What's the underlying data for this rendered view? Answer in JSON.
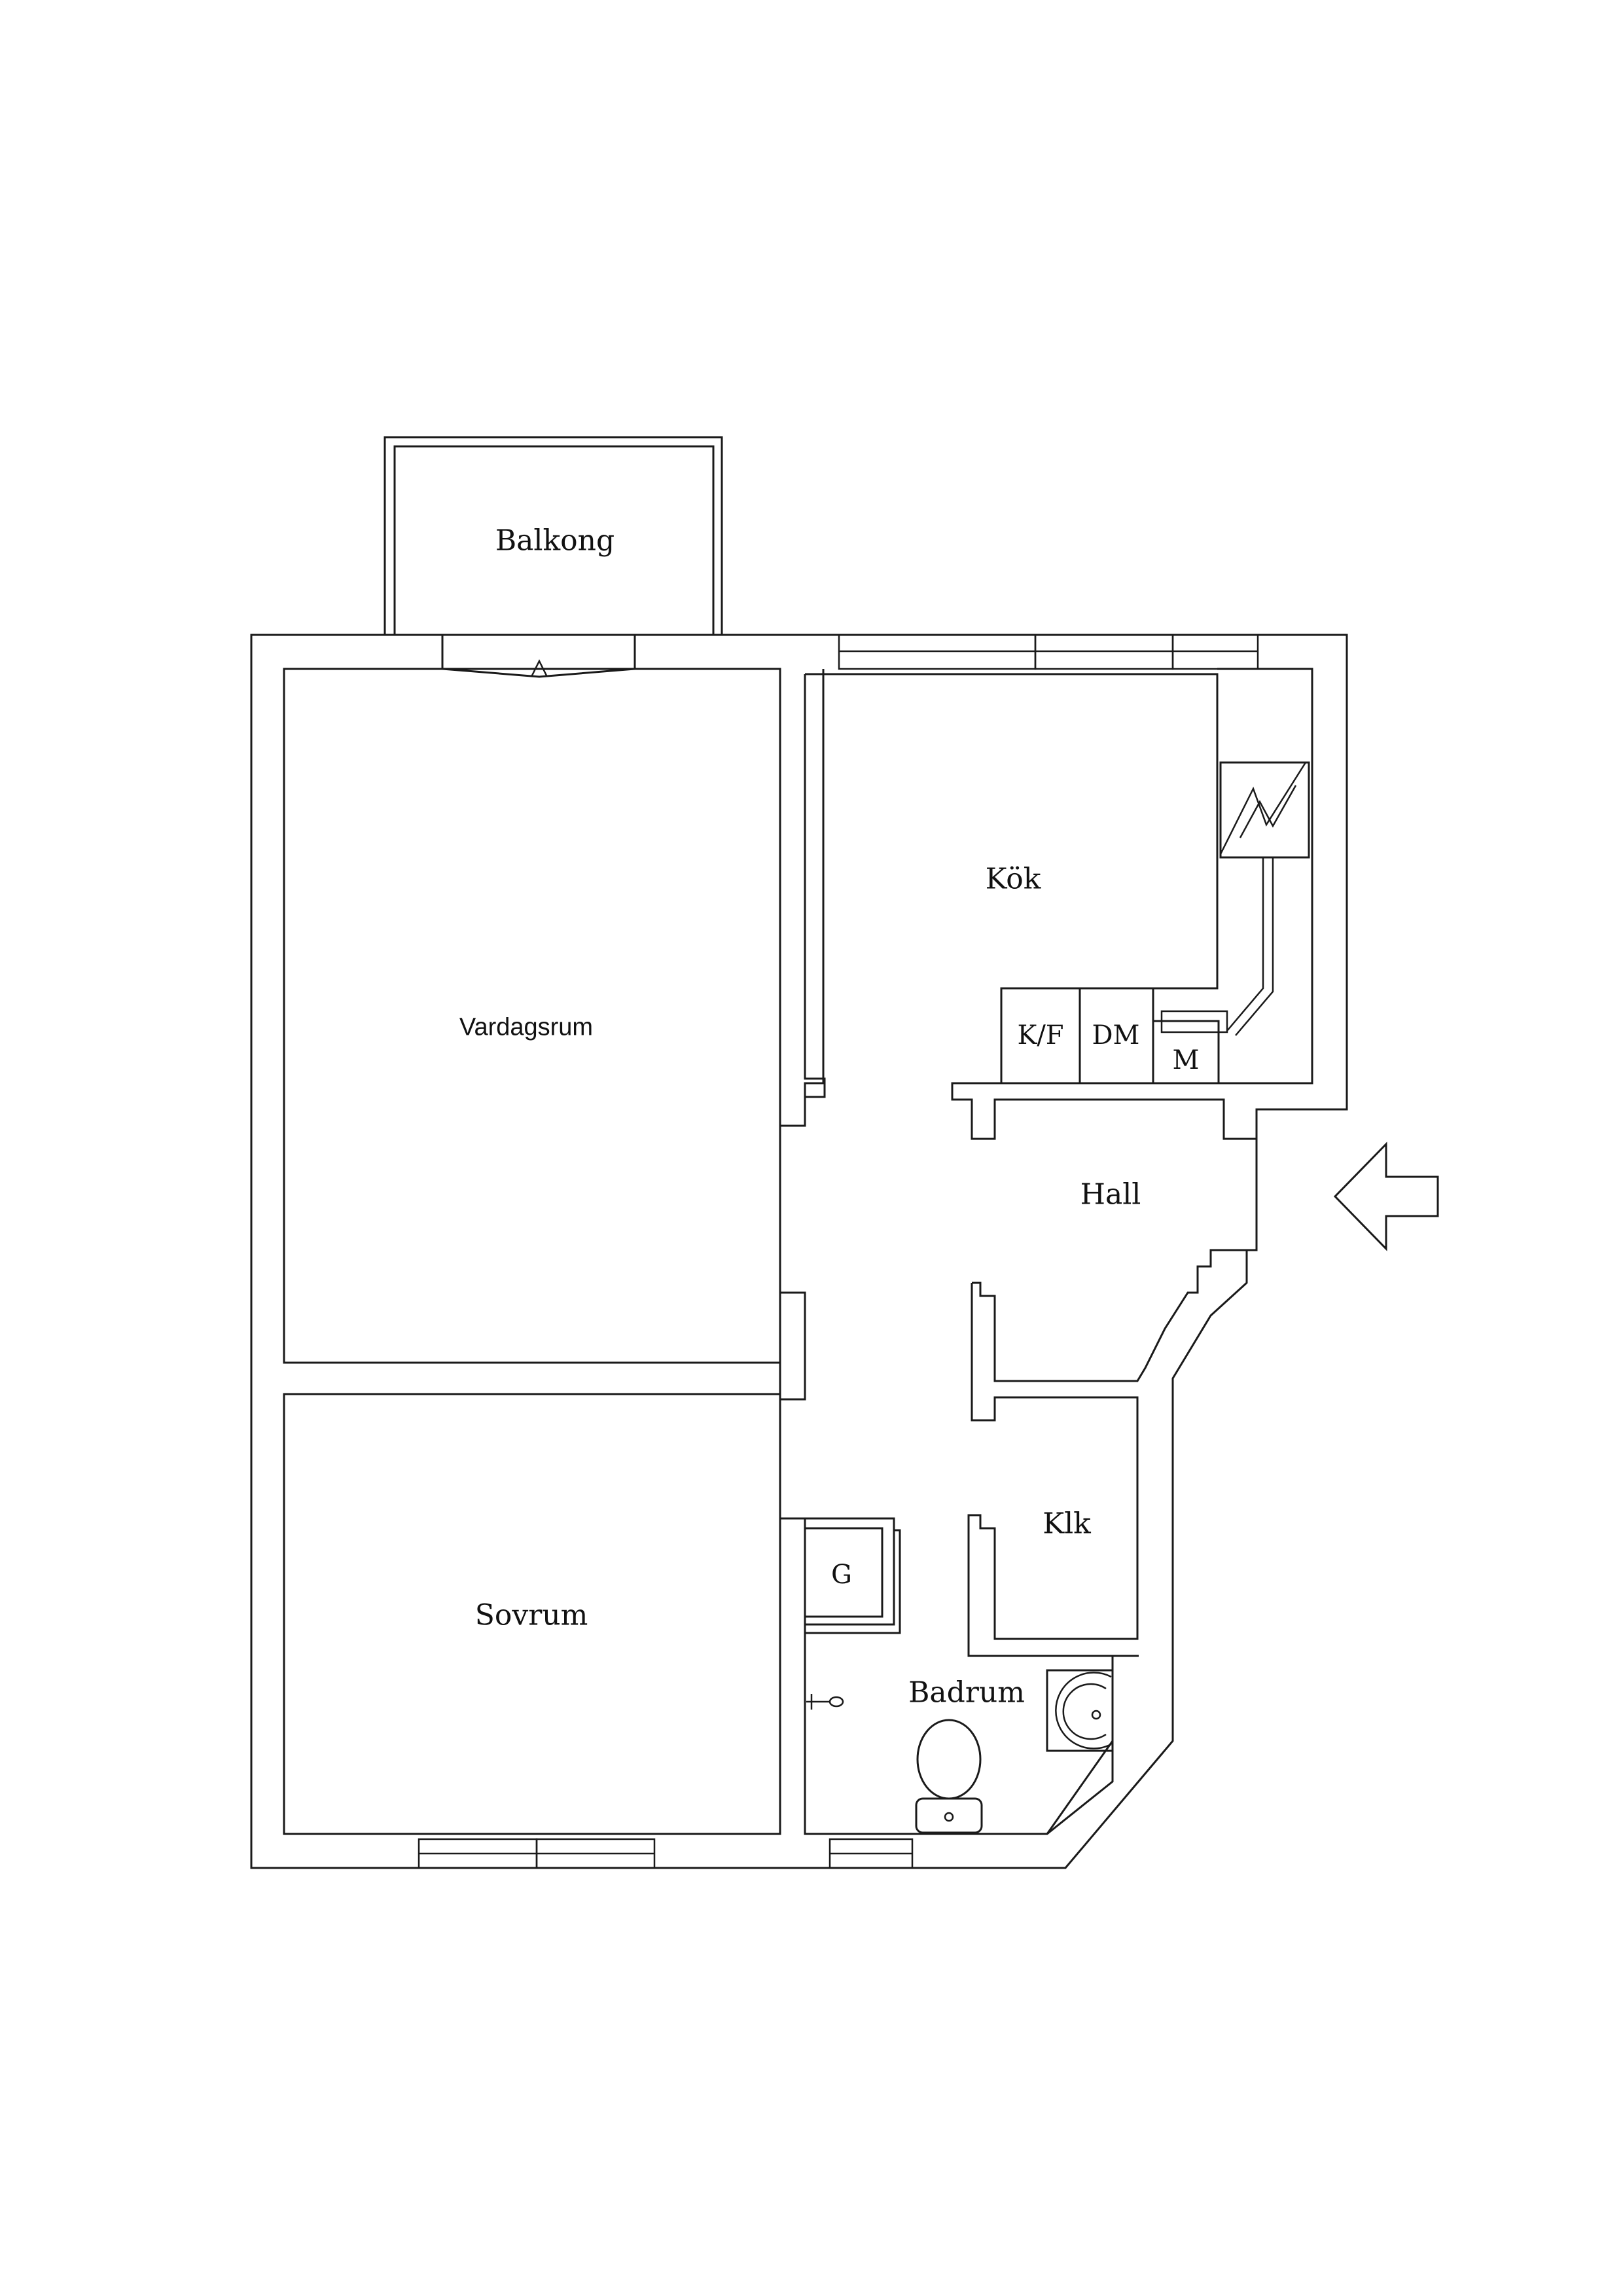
{
  "rooms": {
    "balkong": "Balkong",
    "vardagsrum": "Vardagsrum",
    "kok": "Kök",
    "hall": "Hall",
    "sovrum": "Sovrum",
    "klk": "Klk",
    "badrum": "Badrum"
  },
  "fixtures": {
    "kf": "K/F",
    "dm": "DM",
    "m": "M",
    "g": "G"
  },
  "icons": {
    "entrance": "entrance-arrow-icon",
    "stove": "stove-icon",
    "toilet": "toilet-icon",
    "sink": "sink-icon",
    "shower": "shower-icon"
  }
}
